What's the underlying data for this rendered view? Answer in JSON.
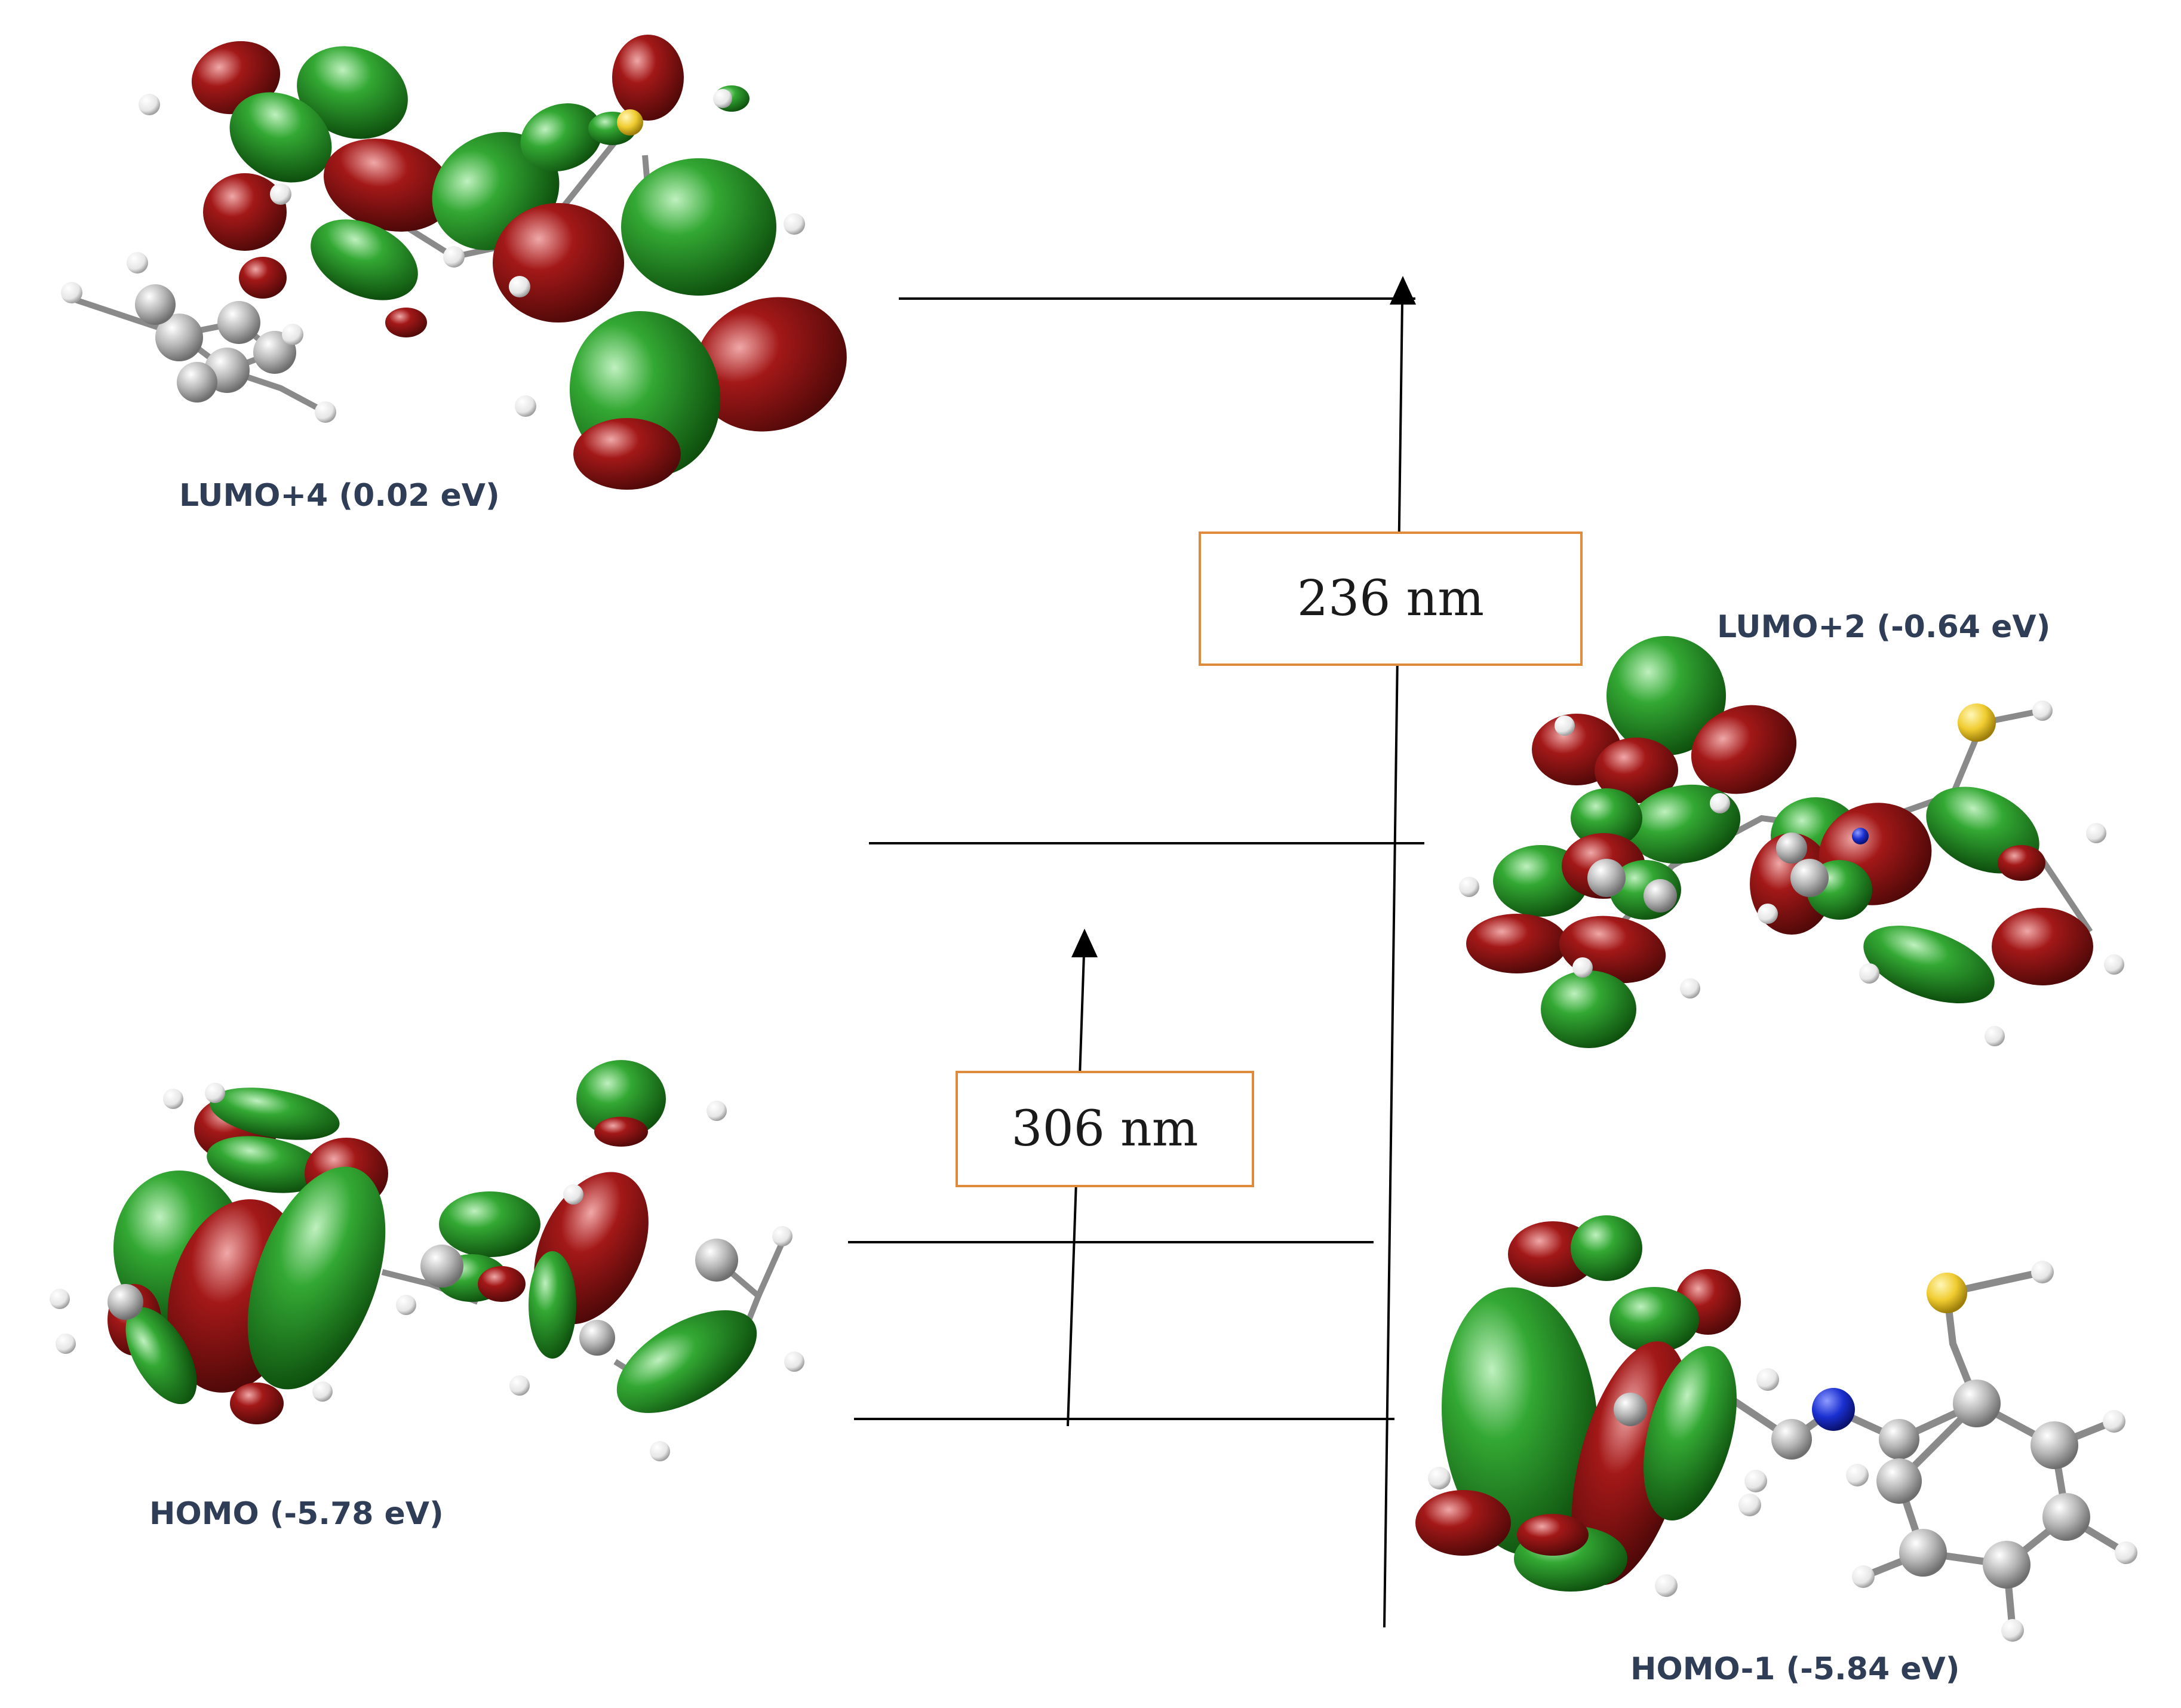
{
  "orbitals": [
    {
      "id": "lumo4",
      "label": "LUMO+4 (0.02 eV)"
    },
    {
      "id": "lumo2",
      "label": "LUMO+2 (-0.64 eV)"
    },
    {
      "id": "homo",
      "label": "HOMO (-5.78 eV)"
    },
    {
      "id": "homo1",
      "label": "HOMO-1 (-5.84 eV)"
    }
  ],
  "transitions": [
    {
      "id": "t236",
      "label": "236 nm",
      "from": "HOMO-1",
      "to": "LUMO+4"
    },
    {
      "id": "t306",
      "label": "306 nm",
      "from": "HOMO",
      "to": "LUMO+2"
    }
  ],
  "colors": {
    "positive_lobe": "#1f8a1f",
    "negative_lobe": "#9b1414",
    "sulfur_atom": "#f2d23c",
    "nitrogen_atom": "#1a2fd0",
    "carbon_atom": "#bdbdbd",
    "hydrogen_atom": "#f2f2f2",
    "box_border": "#e08a3c",
    "label_text": "#2f3d57"
  }
}
